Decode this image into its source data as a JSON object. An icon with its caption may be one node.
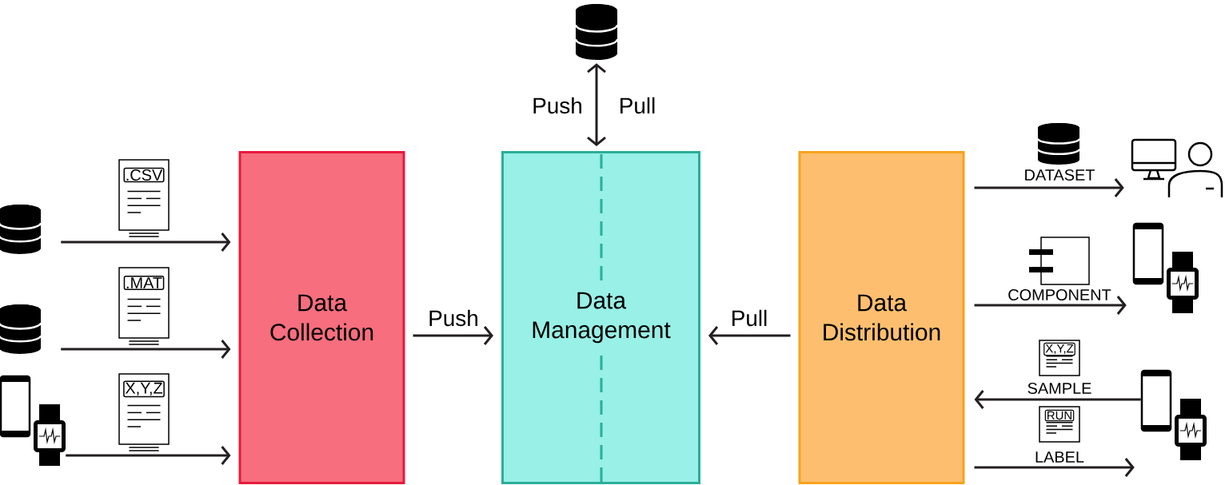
{
  "diagram": {
    "nodes": [
      {
        "text": [
          "Data Collection"
        ]
      },
      {
        "text": [
          "Data Management"
        ]
      },
      {
        "text": [
          "Data Distribution"
        ]
      },
      {
        "text": [],
        "shape": "cylinder"
      },
      {
        "text": [],
        "shape": "cylinder"
      },
      {
        "text": [],
        "shape": "cylinder"
      },
      {
        "text": [],
        "shape": "picture"
      },
      {
        "text": [],
        "shape": "person"
      },
      {
        "text": [],
        "shape": "picture"
      },
      {
        "text": [],
        "shape": "picture"
      }
    ],
    "edges": [
      {
        "from": 4,
        "to": 0,
        "arrow": "to",
        "label": ".CSV"
      },
      {
        "from": 5,
        "to": 0,
        "arrow": "to",
        "label": ".MAT"
      },
      {
        "from": 6,
        "to": 0,
        "arrow": "to",
        "label": "X,Y,Z"
      },
      {
        "from": 0,
        "to": 1,
        "arrow": "to",
        "label": "Push"
      },
      {
        "from": 2,
        "to": 1,
        "arrow": "to",
        "label": "Pull"
      },
      {
        "from": 3,
        "to": 1,
        "arrow": "both",
        "label": "Push"
      },
      {
        "from": 2,
        "to": 7,
        "arrow": "to",
        "label": "DATASET"
      },
      {
        "from": 2,
        "to": 8,
        "arrow": "to",
        "label": "COMPONENT"
      },
      {
        "from": 9,
        "to": 2,
        "arrow": "to",
        "label": "SAMPLE"
      },
      {
        "from": 2,
        "to": 9,
        "arrow": "to",
        "label": "LABEL"
      }
    ],
    "labels": [
      "Pull",
      "X,Y,Z",
      "RUN"
    ]
  }
}
